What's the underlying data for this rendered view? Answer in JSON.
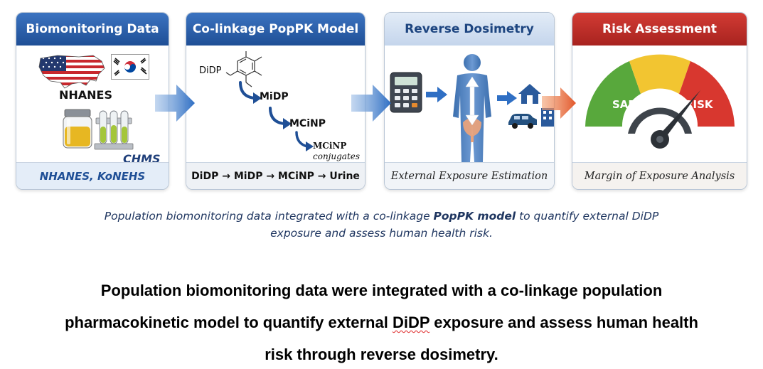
{
  "panels": {
    "biomonitoring": {
      "title": "Biomonitoring Data",
      "nhanes_label": "NHANES",
      "chms_label": "CHMS",
      "footer": "NHANES, KoNEHS"
    },
    "popk": {
      "title": "Co-linkage PopPK Model",
      "didp": "DiDP",
      "midp": "MiDP",
      "mcinp": "MCiNP",
      "conj_line1": "MCiNP",
      "conj_line2": "conjugates",
      "footer": "DiDP → MiDP → MCiNP → Urine"
    },
    "reverse": {
      "title": "Reverse Dosimetry",
      "footer": "External Exposure Estimation"
    },
    "risk": {
      "title": "Risk Assessment",
      "safe_label": "SAFE",
      "risk_label": "RISK",
      "footer": "Margin of Exposure Analysis",
      "gauge_level": 0.72
    }
  },
  "caption": {
    "part1": "Population biomonitoring data integrated with a co-linkage ",
    "bold": "PopPK model",
    "part2": " to quantify external DiDP",
    "line2": "exposure and assess human health risk."
  },
  "bottom_caption": {
    "line1": "Population biomonitoring data were integrated with a co-linkage population",
    "line2_a": "pharmacokinetic model to quantify external ",
    "line2_word": "DiDP",
    "line2_b": " exposure and assess human health",
    "line3": "risk through reverse dosimetry."
  },
  "colors": {
    "header_blue": "#1f4f96",
    "risk_red": "#c0322c",
    "arrow_blue": "#2f6fc4",
    "arrow_orange": "#e2572b",
    "gauge_green": "#58a83c",
    "gauge_yellow": "#f2c531",
    "gauge_red": "#d8372f"
  },
  "icons": [
    "usa-map-icon",
    "korea-flag-icon",
    "urine-sample-icon",
    "test-tubes-icon",
    "molecule-icon",
    "calculator-icon",
    "human-body-icon",
    "house-icon",
    "car-icon",
    "building-icon",
    "gauge-icon"
  ]
}
